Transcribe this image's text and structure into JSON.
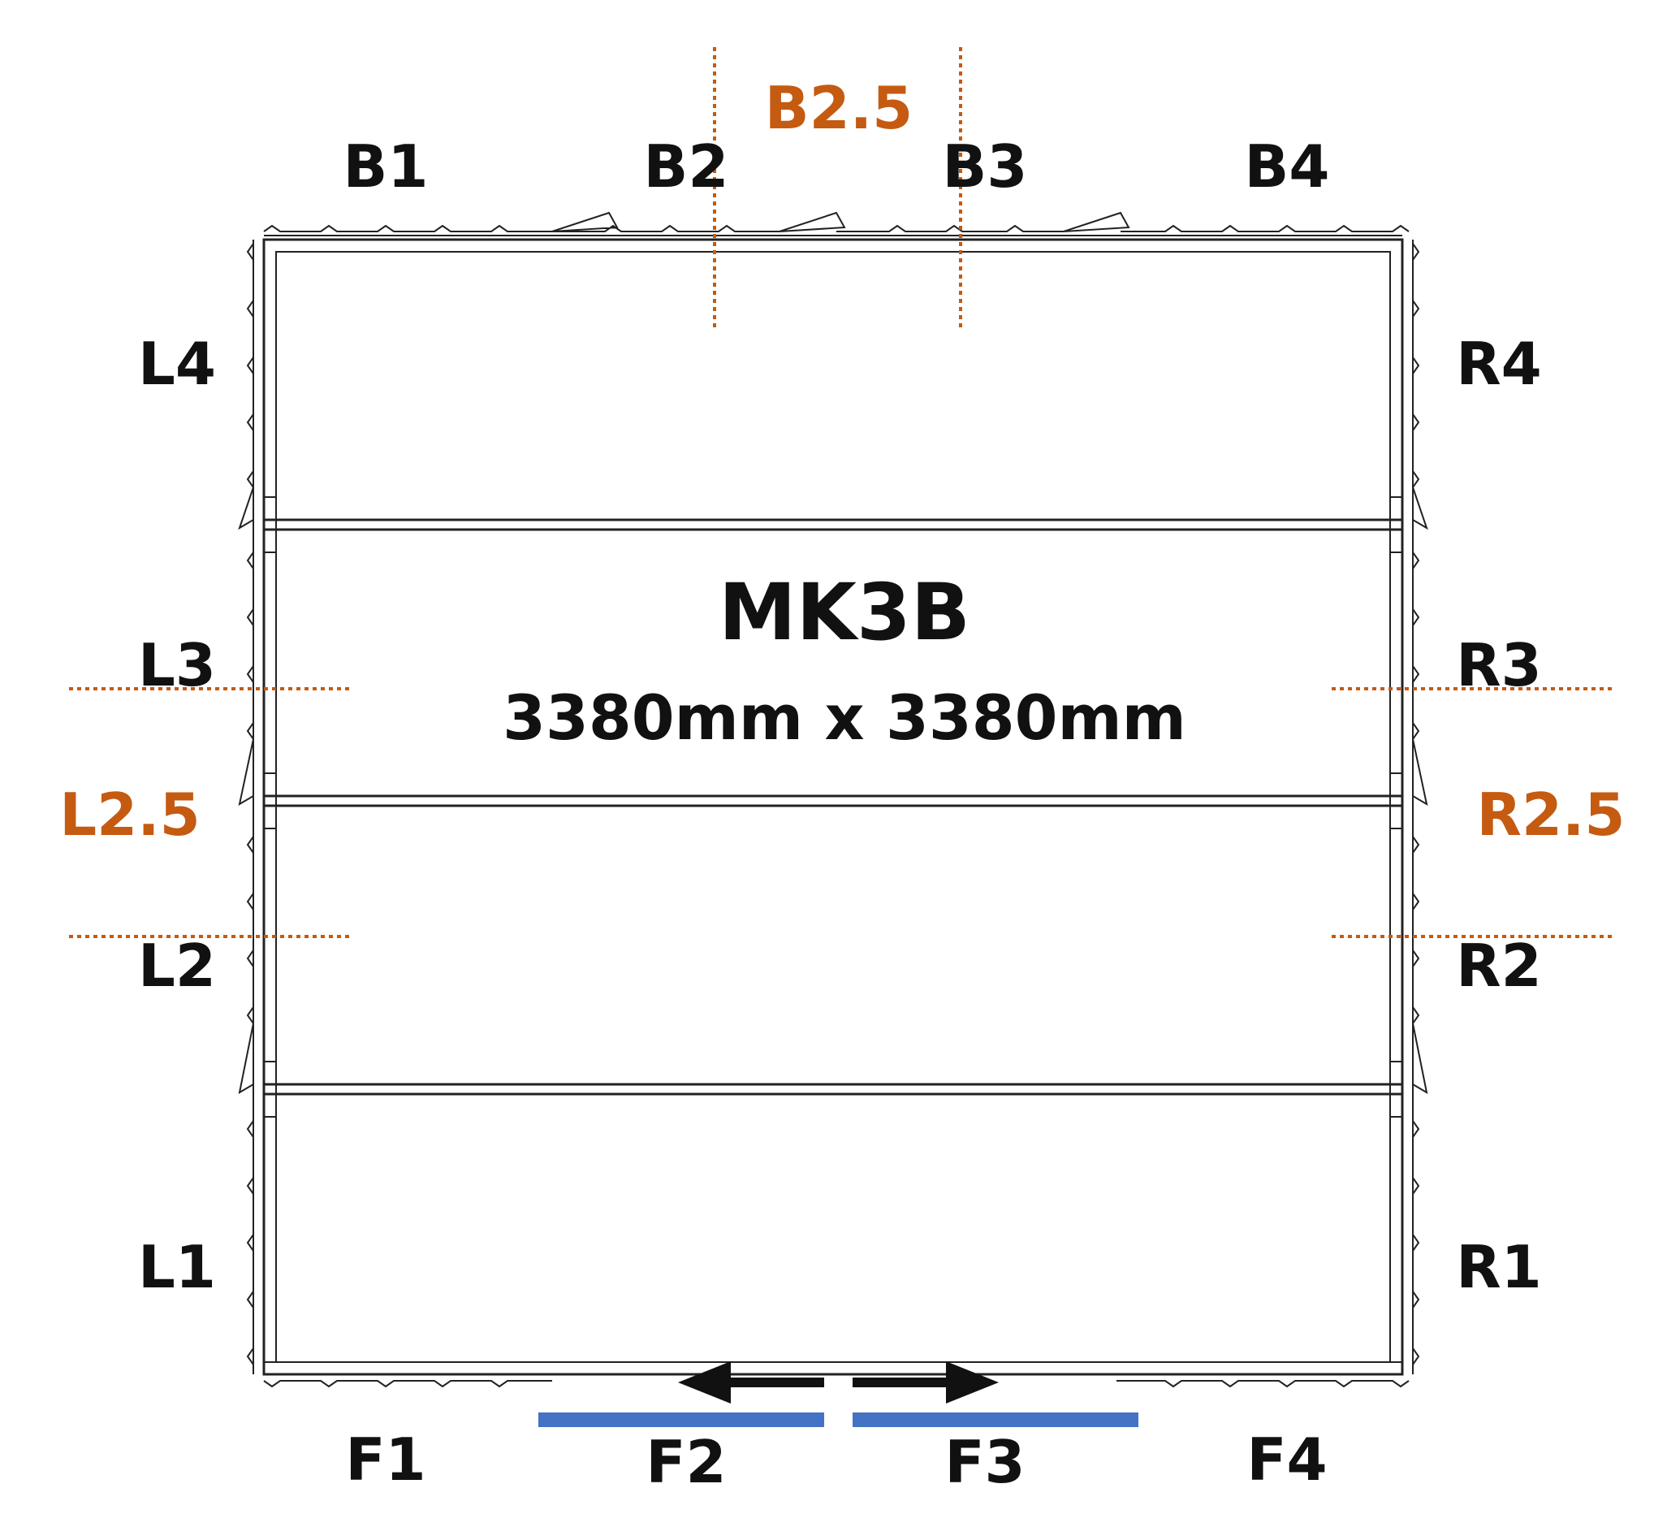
{
  "title": "MK3B",
  "dimensions": "3380mm x 3380mm",
  "labels": {
    "back": [
      "B1",
      "B2",
      "B3",
      "B4"
    ],
    "back_mid": "B2.5",
    "left": [
      "L1",
      "L2",
      "L3",
      "L4"
    ],
    "left_mid": "L2.5",
    "right": [
      "R1",
      "R2",
      "R3",
      "R4"
    ],
    "right_mid": "R2.5",
    "front": [
      "F1",
      "F2",
      "F3",
      "F4"
    ]
  },
  "colors": {
    "frame": "#222222",
    "label": "#111111",
    "optional_marker": "#C55A11",
    "door": "#4472C4",
    "arrow": "#111111"
  },
  "icons": {
    "door_open_left": "arrow-left-icon",
    "door_open_right": "arrow-right-icon"
  }
}
